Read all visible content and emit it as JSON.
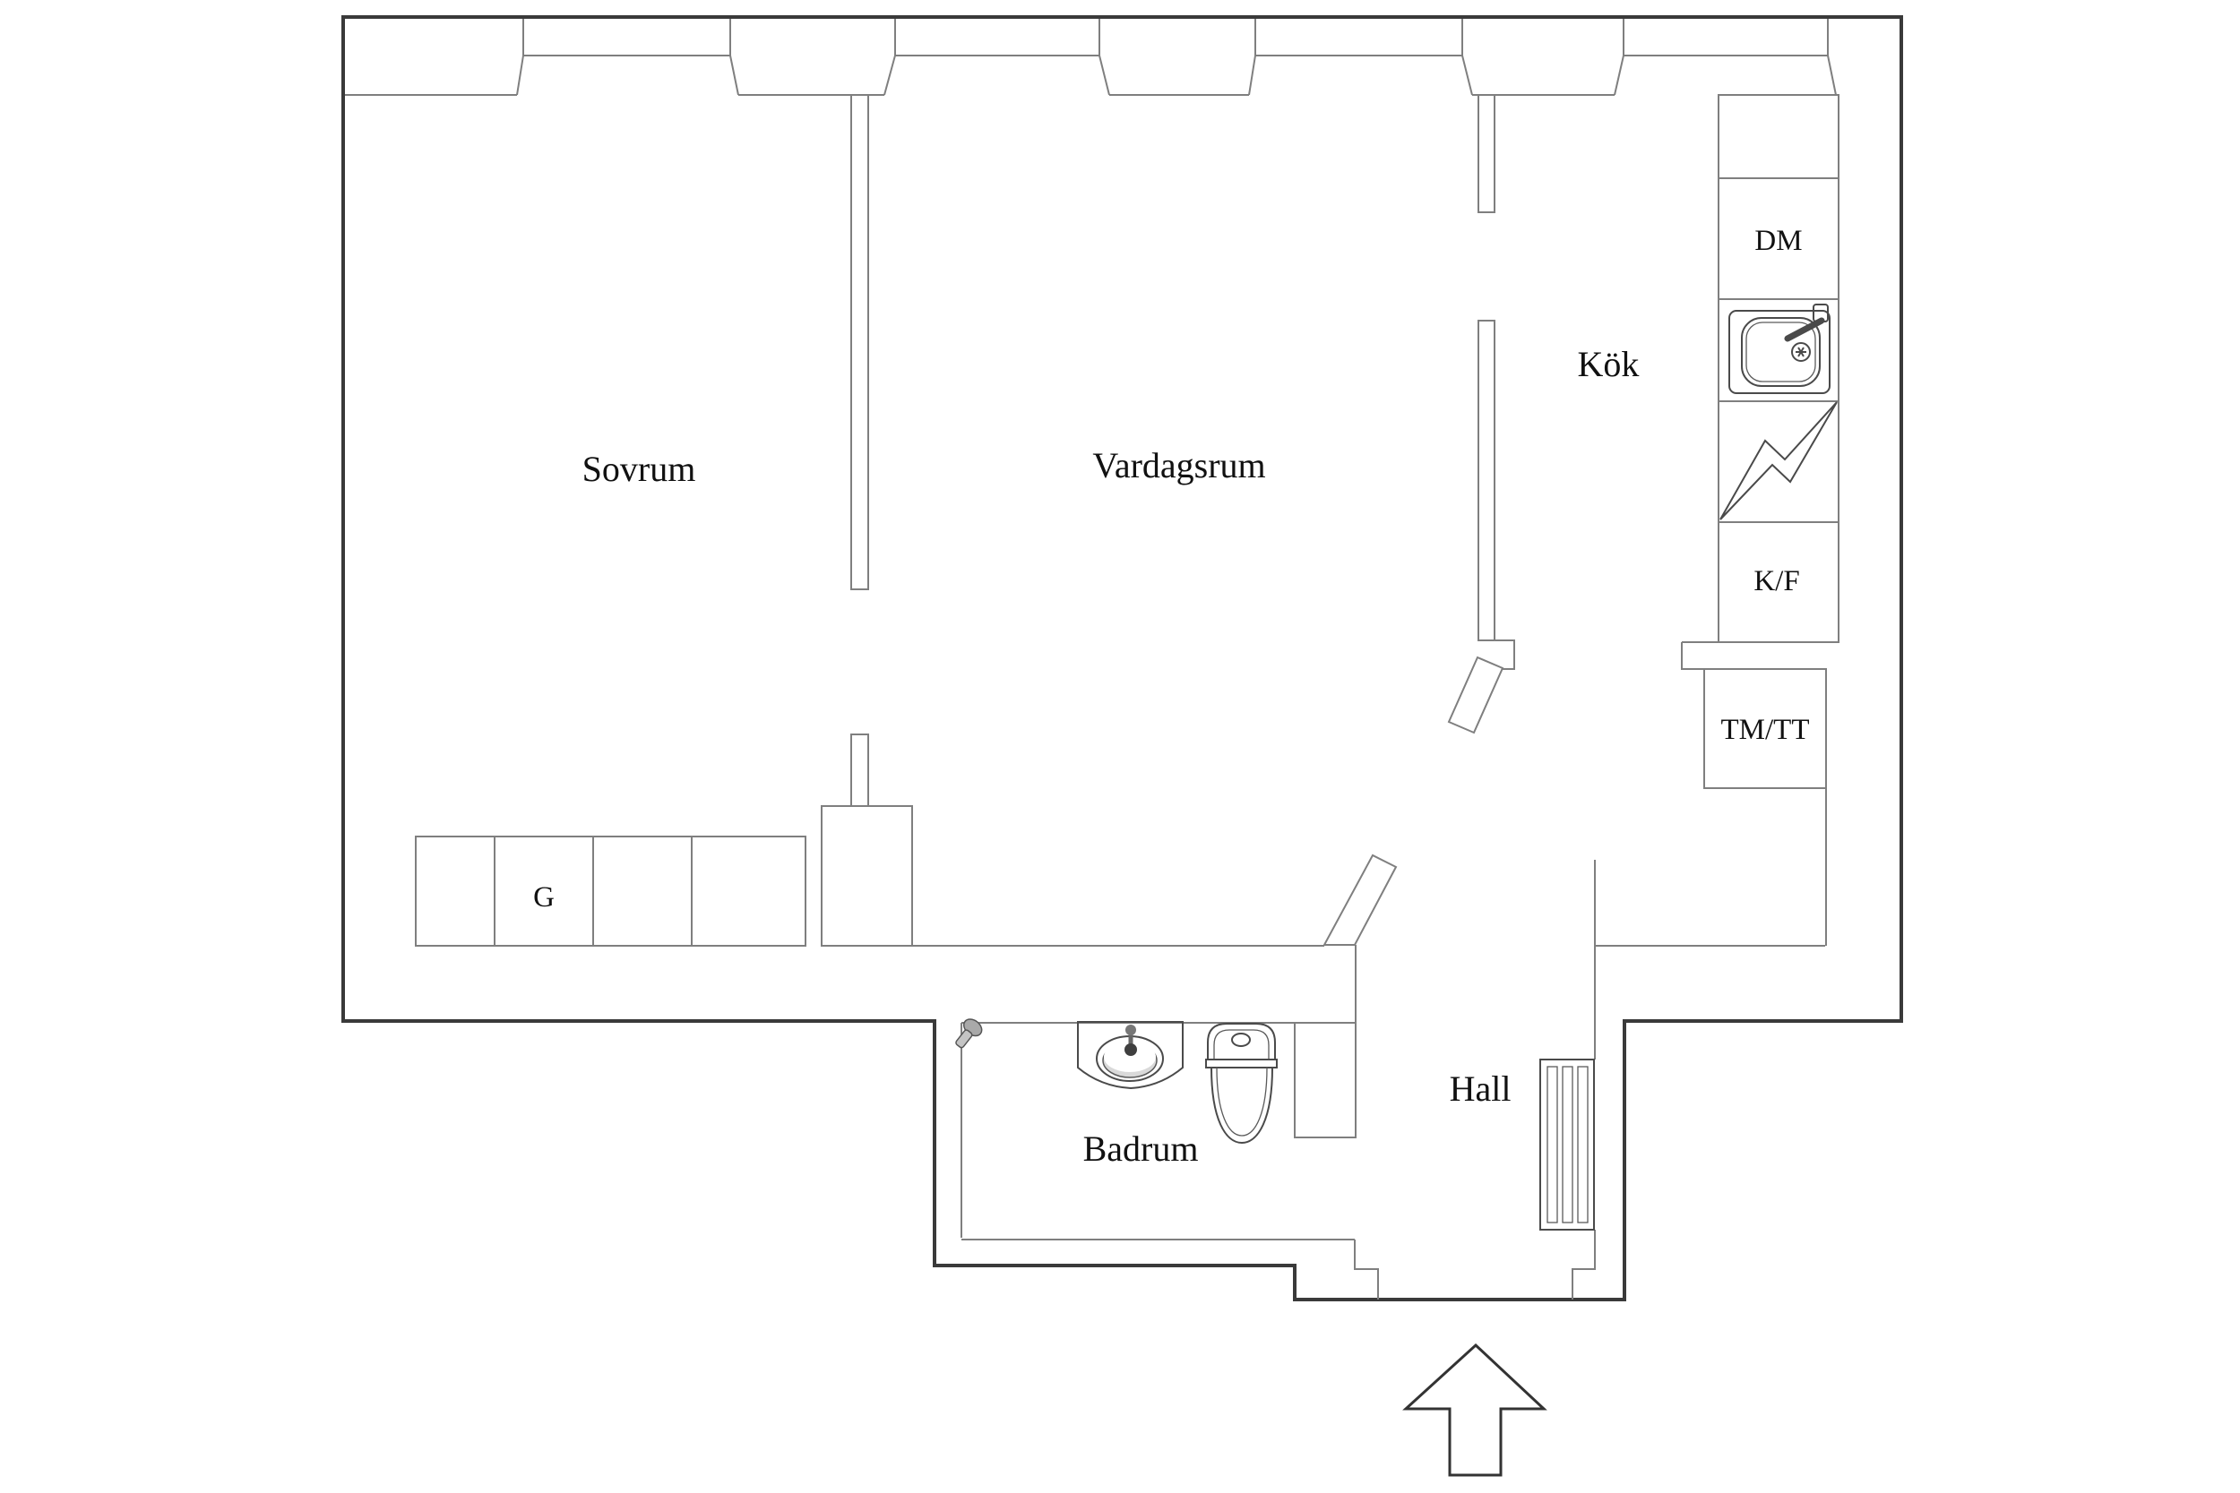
{
  "plan_title": "Apartment floor plan",
  "colors": {
    "background": "#ffffff",
    "outer_wall": "#3a3a3a",
    "inner_wall": "#7f7f7f",
    "fixture_line": "#4a4a4a",
    "text": "#111111",
    "basin_shade": "#d9d9d9",
    "shower_fill": "#a9a9a9"
  },
  "rooms": {
    "sovrum": "Sovrum",
    "vardagsrum": "Vardagsrum",
    "kok": "Kök",
    "badrum": "Badrum",
    "hall": "Hall"
  },
  "appliances": {
    "dm": "DM",
    "kf": "K/F",
    "tmtt": "TM/TT",
    "g": "G"
  },
  "icons": {
    "kitchen_sink": "kitchen-sink-icon",
    "stove": "stove-icon",
    "bathroom_sink": "bathroom-sink-icon",
    "toilet": "toilet-icon",
    "shower": "shower-icon",
    "radiator": "radiator-icon",
    "entry_arrow": "entry-arrow-icon",
    "door_leaf": "door-leaf-icon",
    "windows": "window-bay"
  }
}
